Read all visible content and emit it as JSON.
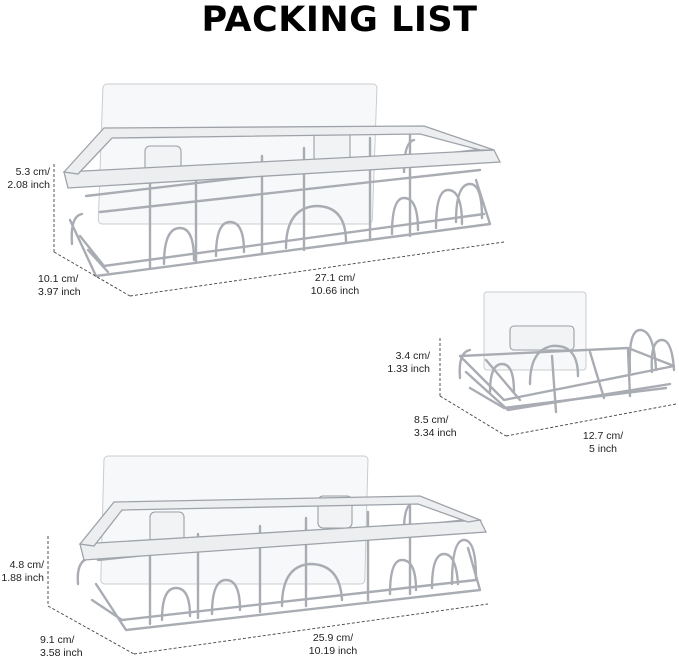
{
  "title": "PACKING LIST",
  "items": [
    {
      "height": [
        "5.3 cm/",
        "2.08 inch"
      ],
      "depth": [
        "10.1 cm/",
        "3.97 inch"
      ],
      "width": [
        "27.1 cm/",
        "10.66 inch"
      ]
    },
    {
      "height": [
        "3.4 cm/",
        "1.33 inch"
      ],
      "depth": [
        "8.5 cm/",
        "3.34 inch"
      ],
      "width": [
        "12.7 cm/",
        "5 inch"
      ]
    },
    {
      "height": [
        "4.8 cm/",
        "1.88 inch"
      ],
      "depth": [
        "9.1 cm/",
        "3.58 inch"
      ],
      "width": [
        "25.9 cm/",
        "10.19 inch"
      ]
    }
  ]
}
